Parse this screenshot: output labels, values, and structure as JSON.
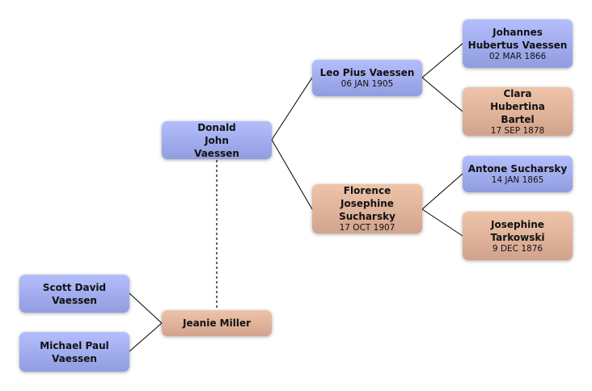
{
  "colors": {
    "male": "#a3aeef",
    "female": "#e3b59d",
    "line": "#000000"
  },
  "people": {
    "johannes": {
      "name": "Johannes Hubertus Vaessen",
      "date": "02 MAR 1866"
    },
    "clara": {
      "name": "Clara Hubertina Bartel",
      "date": "17 SEP 1878"
    },
    "antone": {
      "name": "Antone Sucharsky",
      "date": "14 JAN 1865"
    },
    "josephine": {
      "name": "Josephine Tarkowski",
      "date": "9 DEC 1876"
    },
    "leo": {
      "name": "Leo Pius Vaessen",
      "date": "06 JAN 1905"
    },
    "florence": {
      "name": "Florence Josephine Sucharsky",
      "date": "17 OCT 1907"
    },
    "donald": {
      "name": "Donald John Vaessen"
    },
    "jeanie": {
      "name": "Jeanie Miller"
    },
    "scott": {
      "name": "Scott David Vaessen"
    },
    "michael": {
      "name": "Michael Paul Vaessen"
    }
  }
}
